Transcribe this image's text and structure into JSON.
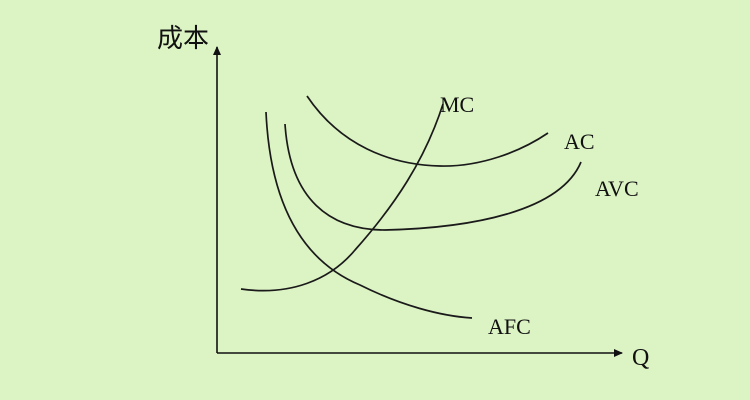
{
  "diagram": {
    "title": "",
    "y_axis_label": "成本",
    "x_axis_label": "Q",
    "background_color": "#dcf3c4",
    "line_color": "#1a1a1a",
    "curves": [
      {
        "id": "MC",
        "label": "MC",
        "shape": "U-shaped, steep rising, crosses AVC and AC at their minima"
      },
      {
        "id": "AC",
        "label": "AC",
        "shape": "U-shaped, minimum to the right of AVC minimum"
      },
      {
        "id": "AVC",
        "label": "AVC",
        "shape": "U-shaped, below AC"
      },
      {
        "id": "AFC",
        "label": "AFC",
        "shape": "continuously decreasing"
      }
    ]
  }
}
